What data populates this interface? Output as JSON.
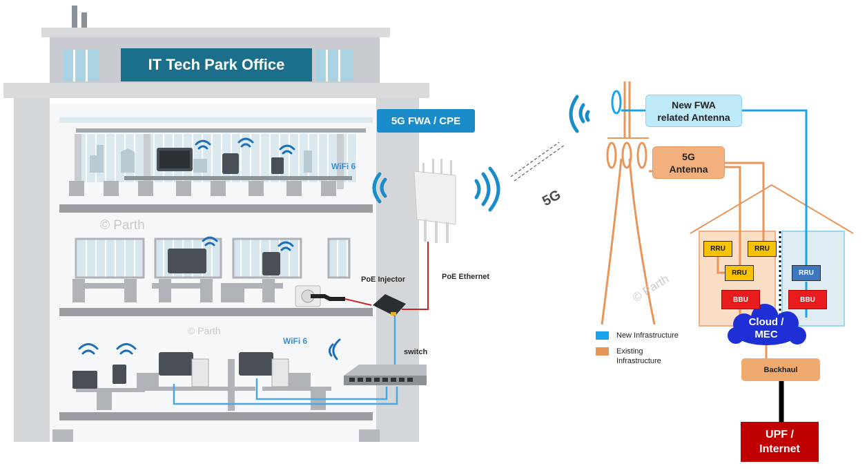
{
  "building": {
    "title": "IT Tech Park Office",
    "fwa_label": "5G FWA / CPE",
    "wifi_top": "WiFi 6",
    "wifi_bottom": "WiFi 6",
    "poe_injector": "PoE Injector",
    "poe_ethernet": "PoE Ethernet",
    "switch": "switch",
    "watermark_1": "© Parth",
    "watermark_2": "© Parth"
  },
  "link_label": "5G",
  "network": {
    "new_fwa_antenna": "New FWA\nrelated Antenna",
    "antenna_5g": "5G\nAntenna",
    "rru": [
      "RRU",
      "RRU",
      "RRU",
      "RRU"
    ],
    "bbu": [
      "BBU",
      "BBU"
    ],
    "cloud": "Cloud /\nMEC",
    "backhaul": "Backhaul",
    "upf": "UPF /\nInternet",
    "watermark": "© Parth"
  },
  "legend": [
    {
      "label": "New Infrastructure",
      "color": "#1aa3e8"
    },
    {
      "label": "Existing\nInfrastructure",
      "color": "#e8955a"
    }
  ],
  "colors": {
    "new_infra": "#1aa3e8",
    "existing_infra": "#e8955a",
    "building_gray": "#c8cbcf",
    "banner": "#1b6f8a",
    "fwa": "#1a8cc9",
    "cloud": "#1f2fd6",
    "poe_cable": "#d42020",
    "lan_cable": "#4aa8e0"
  }
}
